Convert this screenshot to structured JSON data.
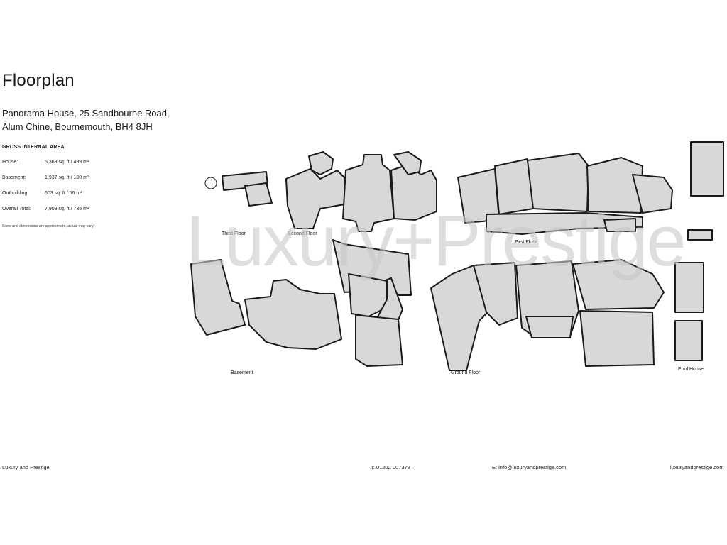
{
  "title": "Floorplan",
  "address": {
    "line1": "Panorama House, 25 Sandbourne Road,",
    "line2": "Alum Chine, Bournemouth, BH4 8JH"
  },
  "gross_internal_area": {
    "heading": "GROSS INTERNAL AREA",
    "rows": [
      {
        "label": "House:",
        "value": "5,369 sq. ft / 499 m²"
      },
      {
        "label": "Basement:",
        "value": "1,937 sq. ft / 180 m²"
      },
      {
        "label": "Outbuilding:",
        "value": "603 sq. ft / 56 m²"
      },
      {
        "label": "Overall Total:",
        "value": "7,909 sq. ft / 735 m²"
      }
    ],
    "note": "Sizes and dimensions are approximate, actual may vary."
  },
  "floor_labels": {
    "third": "Third Floor",
    "second": "Second Floor",
    "first": "First Floor",
    "basement": "Basement",
    "ground": "Ground Floor",
    "pool_house": "Pool House"
  },
  "watermark": "Luxury+Prestige",
  "footer": {
    "company": "Luxury and Prestige",
    "phone": "T: 01202 007373",
    "email": "E: info@luxuryandprestige.com",
    "website": "luxuryandprestige.com"
  },
  "colors": {
    "room_fill": "#d8d8d8",
    "wall": "#1a1a1a",
    "watermark": "#c9c9c9"
  }
}
